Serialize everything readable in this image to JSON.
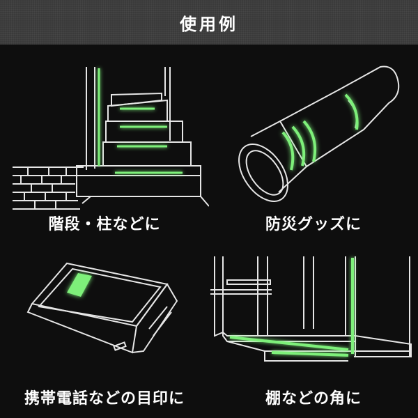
{
  "header": {
    "title": "使用例"
  },
  "examples": [
    {
      "caption": "階段・柱などに",
      "icon": "staircase-illustration"
    },
    {
      "caption": "防災グッズに",
      "icon": "flashlight-illustration"
    },
    {
      "caption": "携帯電話などの目印に",
      "icon": "mobile-phone-illustration"
    },
    {
      "caption": "棚などの角に",
      "icon": "shelf-illustration"
    }
  ],
  "colors": {
    "background": "#0e0e0e",
    "header": "#3a3a3a",
    "line": "#e6e6e6",
    "glow": "#7ef07a"
  }
}
